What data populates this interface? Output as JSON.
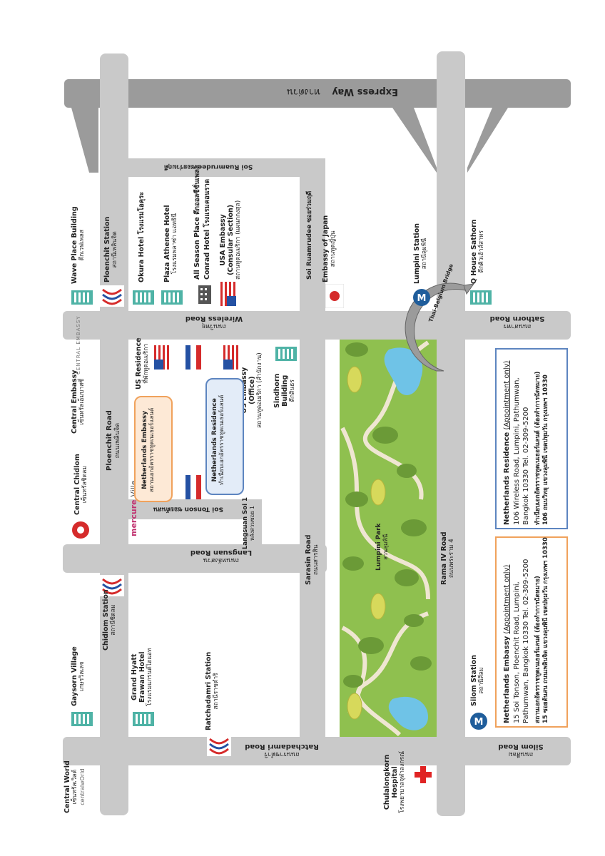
{
  "roads": {
    "expressway": "Express Way",
    "expressway_th": "ทางด่วน",
    "soi_ruamrudee_top": "Soi Ruamrudee ซอยร่วมฤดี",
    "soi_ruamrudee_side": "Soi Ruamrudee ซอยร่วมฤดี",
    "wireless": "Wireless Road",
    "wireless_th": "ถนนวิทยุ",
    "sathorn": "Sathorn Road",
    "sathorn_th": "ถนนสาทร",
    "ploenchit": "Ploenchit Road",
    "ploenchit_th": "ถนนเพลินจิต",
    "soi_tonson": "Soi Tonson ซอยต้นสน",
    "langsuan_soi1": "Langsuan Soi 1",
    "langsuan_soi1_th": "หลังสวนซอย 1",
    "langsuan": "Langsuan Road",
    "langsuan_th": "ถนนหลังสวน",
    "sarasin": "Sarasin Road",
    "sarasin_th": "ถนนสารสิน",
    "rama4": "Rama IV Road",
    "rama4_th": "ถนนพระราม 4",
    "ratchadamri": "Ratchadamri Road",
    "ratchadamri_th": "ถนนราชดำริ",
    "silom": "Silom Road",
    "silom_th": "ถนนสีลม",
    "bridge": "Thai-Belgium Bridge"
  },
  "places": {
    "wave_place": "Wave Place Building",
    "wave_place_th": "ตึกเวฟเพลส",
    "ploenchit_station": "Ploenchit Station",
    "ploenchit_station_th": "สถานีเพลินจิต",
    "okura": "Okura Hotel โรงแรมโอคุระ",
    "plaza_athenee": "Plaza Athenee Hotel",
    "plaza_athenee_th": "โรงแรมพลาซ่า แอทธินี",
    "all_season": "All Season Place ตึกออลซีซั่นเพลส",
    "conrad": "Conrad Hotel โรงแรมคอนราด",
    "usa_embassy_consular": "USA Embassy",
    "usa_embassy_consular_2": "(Consular Section)",
    "usa_embassy_consular_th": "สถานทูตอเมริกา (แผนกกงสุล)",
    "embassy_japan": "Embassy of Japan",
    "embassy_japan_th": "สถานทูตญี่ปุ่น",
    "lumpini_station": "Lumpini Station",
    "lumpini_station_th": "สถานีลุมพินี",
    "q_house": "Q House Sathorn",
    "q_house_th": "ตึกคิวเฮ้าส์สาทร",
    "central_embassy": "Central Embassy",
    "central_embassy_th": "เซ็นทรัลเอ็มบาสซี่",
    "central_embassy_logo": "CENTRAL EMBASSY",
    "us_residence": "US Residence",
    "us_residence_th": "ที่พักทูตอเมริกา",
    "us_embassy_office": "US Embassy",
    "us_embassy_office_2": "(Office)",
    "us_embassy_office_th": "สถานทูตอเมริกา (สำนักงาน)",
    "sindhorn": "Sindhorn",
    "sindhorn_2": "Building",
    "sindhorn_th": "ตึกสินธร",
    "central_chidlom": "Central Chidlom",
    "central_chidlom_th": "เซ็นทรัลชิดลม",
    "mercure": "mercure",
    "mercure_sub": "Ville",
    "mercure_brand": "Ville",
    "chidlom_station": "Chidlom Station",
    "chidlom_station_th": "สถานีชิดลม",
    "gaysorn": "Gaysorn Village",
    "gaysorn_th": "เกษรวิลเลจ",
    "grand_hyatt": "Grand Hyatt",
    "grand_hyatt_2": "Erawan Hotel",
    "grand_hyatt_th": "โรงแรมแกรนด์ไฮแอท",
    "ratchadamri_station": "Ratchadamri Station",
    "ratchadamri_station_th": "สถานีราชดำริ",
    "central_world": "Central World",
    "central_world_th": "เซ็นทรัลเวิลด์",
    "central_world_logo": "centralwOrld",
    "chula_hospital": "Chulalongkorn",
    "chula_hospital_2": "Hospital",
    "chula_hospital_th": "โรงพยาบาลจุฬาลงกรณ์",
    "silom_station": "Silom Station",
    "silom_station_th": "สถานีสีลม",
    "lumpini_park": "Lumpini Park",
    "lumpini_park_th": "สวนลุมพินี",
    "bts": "BTS"
  },
  "callouts": {
    "nl_embassy": "Netherlands Embassy",
    "nl_embassy_th": "สถานเอกอัครราชทูตเนเธอร์แลนด์",
    "nl_residence": "Netherlands Residence",
    "nl_residence_th": "ทำเนียบเอกอัครราชทูตเนเธอร์แลนด์"
  },
  "info": {
    "residence": {
      "title": "Netherlands Residence",
      "note": "(Appointment only)",
      "address_1": "106 Wireless Road, Lumpini, Pathumwan,",
      "address_2": "Bangkok 10330 Tel. 02-309-5200",
      "thai_1": "ทำเนียบเอกอัครราชทูตเนเธอร์แลนด์ (ต้องทำการนัดหมาย)",
      "thai_2": "106 ถนนวิทยุ แขวงลุมพินี เขตปทุมวัน กรุงเทพฯ 10330"
    },
    "embassy": {
      "title": "Netherlands Embassy",
      "note": "(Appointment only)",
      "address_1": "15 Soi Tonson, Ploenchit Road, Lumpini,",
      "address_2": "Pathumwan, Bangkok 10330 Tel. 02-309-5200",
      "thai_1": "สถานเอกอัครราชทูตเนเธอร์แลนด์ (ต้องทำการนัดหมาย)",
      "thai_2": "15 ซอยต้นสน ถนนเพลินจิต แขวงลุมพินี เขตปทุมวัน กรุงเทพฯ 10330"
    }
  },
  "colors": {
    "road": "#c9c9c9",
    "road_dark": "#8a8a8a",
    "park": "#8fc04f",
    "park_dark": "#6b9a37",
    "path": "#efe6d2",
    "water": "#6fc3e7",
    "orange": "#f0a25c",
    "blue": "#5d85c0",
    "bts_red": "#d52b2b",
    "bts_blue": "#2451a3",
    "mrt_blue": "#1f5d9b"
  }
}
